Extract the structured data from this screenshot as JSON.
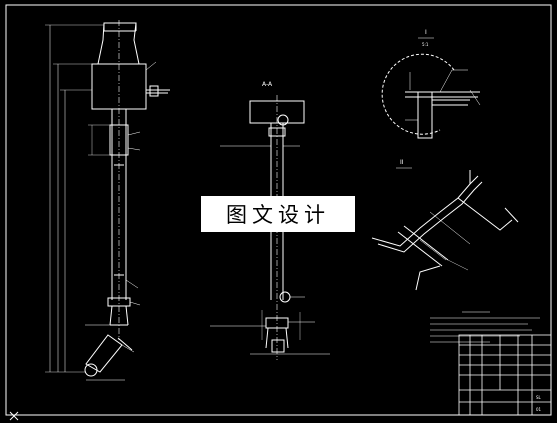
{
  "watermark": "图文设计",
  "section_mark": "A-A",
  "detail_top": "I",
  "detail_top_scale": "5:1",
  "detail_right": "II",
  "title_block": {
    "top_left": "SL",
    "bottom_right": "01"
  },
  "colors": {
    "background": "#000000",
    "lines": "#ffffff",
    "dims": "#d0d0d0",
    "watermark_bg": "#ffffff",
    "watermark_text": "#000000"
  }
}
